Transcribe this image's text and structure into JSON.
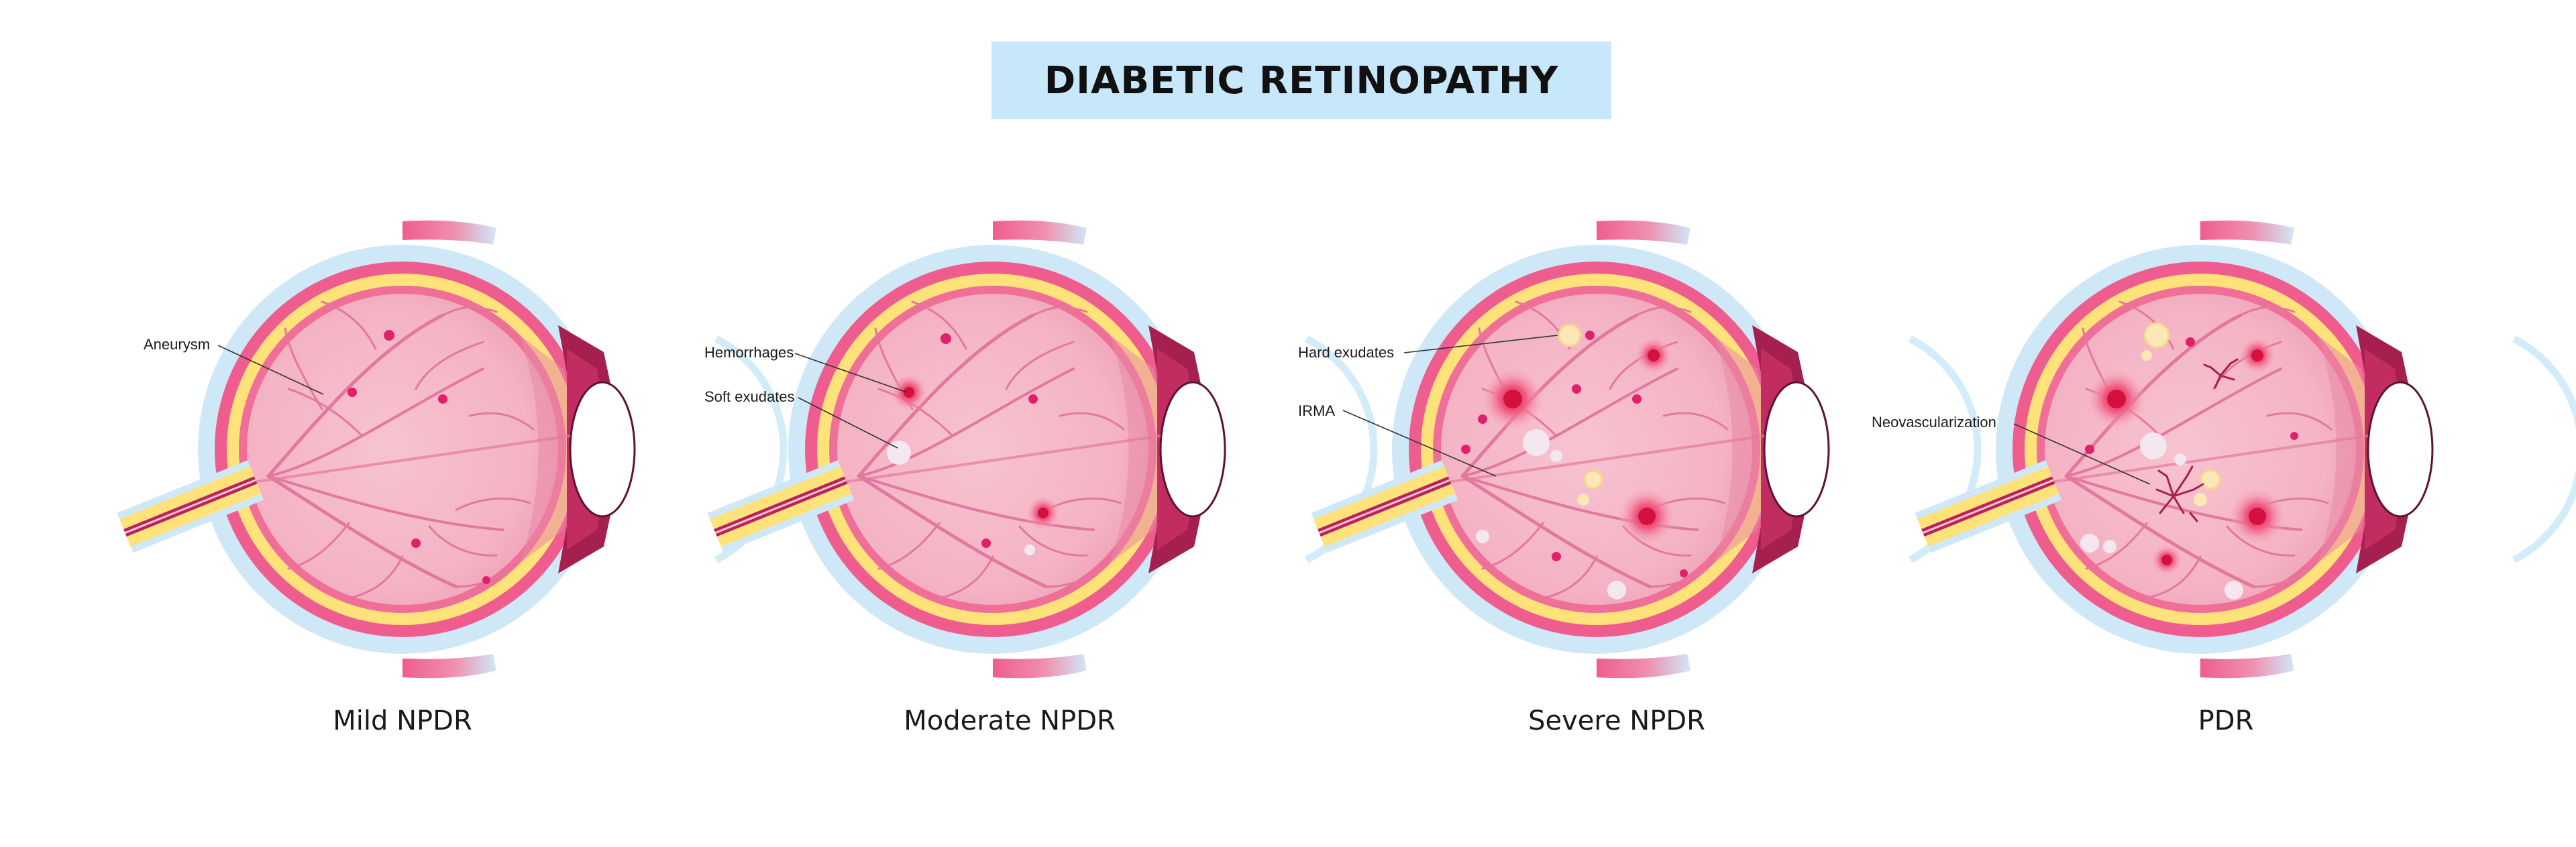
{
  "title": "DIABETIC RETINOPATHY",
  "colors": {
    "title_bg": "#c7e7fa",
    "sclera_outer": "#cfe8f7",
    "choroid": "#ef5d8f",
    "retina_yellow": "#ffe27a",
    "vitreous": "#f6b5c6",
    "vessel": "#e2789e",
    "hemorrhage": "#e2204f",
    "exudate_soft": "#f4e7ef",
    "exudate_hard": "#fbe7b7"
  },
  "stages": [
    {
      "label": "Mild NPDR",
      "annotations": [
        {
          "text": "Aneurysm"
        }
      ]
    },
    {
      "label": "Moderate NPDR",
      "annotations": [
        {
          "text": "Hemorrhages"
        },
        {
          "text": "Soft exudates"
        }
      ]
    },
    {
      "label": "Severe NPDR",
      "annotations": [
        {
          "text": "Hard exudates"
        },
        {
          "text": "IRMA"
        }
      ]
    },
    {
      "label": "PDR",
      "annotations": [
        {
          "text": "Neovascularization"
        }
      ]
    }
  ]
}
